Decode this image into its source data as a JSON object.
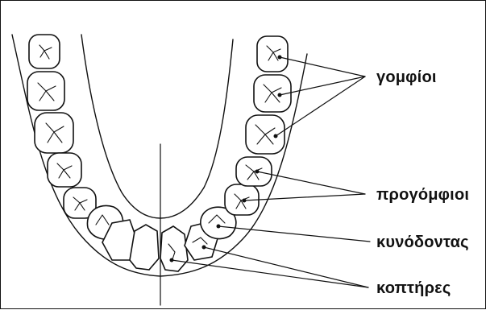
{
  "labels": {
    "molars": "γομφίοι",
    "premolars": "προγόμφιοι",
    "canine": "κυνόδοντας",
    "incisors": "κοπτήρες"
  }
}
